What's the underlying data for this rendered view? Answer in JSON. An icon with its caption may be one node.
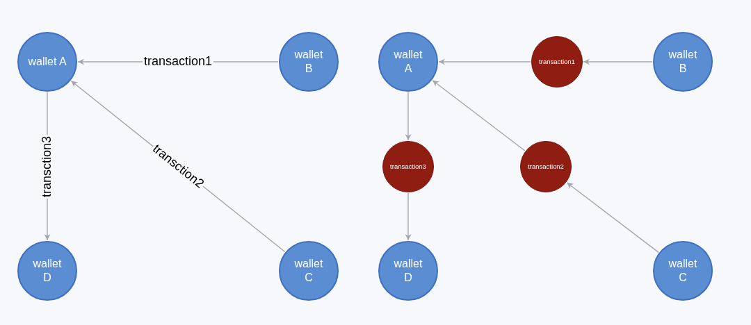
{
  "diagram": {
    "nodes": [
      {
        "text": [
          "wallet A"
        ]
      },
      {
        "text": [
          "wallet B"
        ]
      },
      {
        "text": [
          "wallet D"
        ]
      },
      {
        "text": [
          "wallet C"
        ]
      },
      {
        "text": [
          "wallet A"
        ]
      },
      {
        "text": [
          "transaction1"
        ]
      },
      {
        "text": [
          "wallet B"
        ]
      },
      {
        "text": [
          "transaction3"
        ]
      },
      {
        "text": [
          "transaction2"
        ]
      },
      {
        "text": [
          "wallet D"
        ]
      },
      {
        "text": [
          "wallet C"
        ]
      }
    ],
    "edges": [
      {
        "from": 1,
        "to": 0,
        "arrow": "to",
        "label": "transaction1"
      },
      {
        "from": 0,
        "to": 2,
        "arrow": "to",
        "label": "transction3"
      },
      {
        "from": 3,
        "to": 0,
        "arrow": "to",
        "label": "transction2"
      },
      {
        "from": 6,
        "to": 5,
        "arrow": "to"
      },
      {
        "from": 5,
        "to": 4,
        "arrow": "to"
      },
      {
        "from": 4,
        "to": 7,
        "arrow": "to"
      },
      {
        "from": 8,
        "to": 4,
        "arrow": "to"
      },
      {
        "from": 7,
        "to": 9,
        "arrow": "to"
      },
      {
        "from": 10,
        "to": 8,
        "arrow": "to"
      }
    ]
  }
}
